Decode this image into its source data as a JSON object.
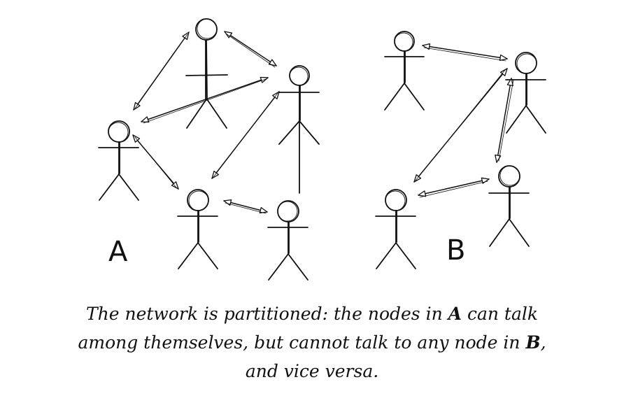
{
  "groups": [
    {
      "label": "A"
    },
    {
      "label": "B"
    }
  ],
  "caption": {
    "line1_pre": "The network is partitioned: the nodes in ",
    "line1_groupA": "A",
    "line1_post": " can talk",
    "line2_pre": "among themselves, but cannot talk to any node in ",
    "line2_groupB": "B",
    "line2_post": ",",
    "line3": "and vice versa."
  }
}
